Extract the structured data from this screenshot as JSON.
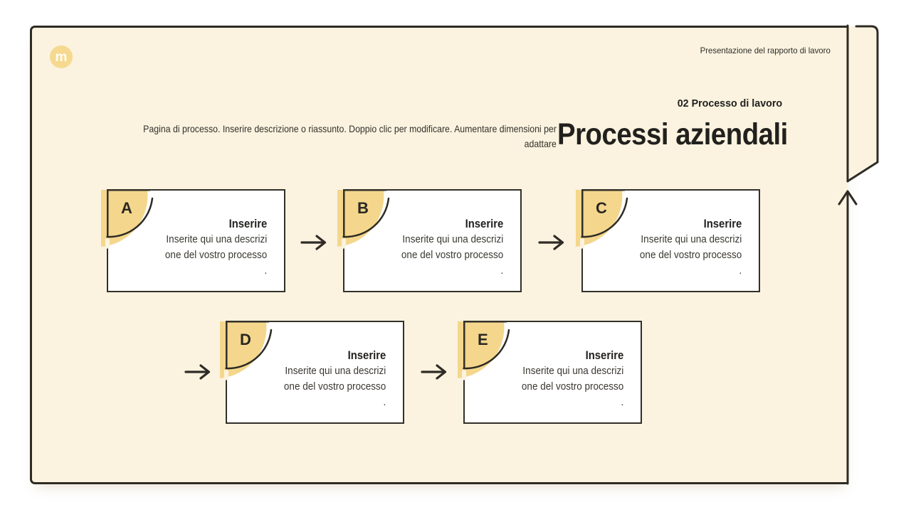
{
  "colors": {
    "page_background": "#FFFFFF",
    "slide_background": "#FBF3E0",
    "accent_yellow": "#F4D78C",
    "logo_yellow": "#F6D98F",
    "ink": "#2E2B25",
    "card_background": "#FFFFFF"
  },
  "header": {
    "logo_letter": "m",
    "note": "Presentazione del rapporto di lavoro"
  },
  "title_block": {
    "kicker": "02 Processo di lavoro",
    "title": "Processi aziendali",
    "description_lines": [
      "Pagina di processo. Inserire descrizione o riassunto. Doppio clic per modificare. Aumentare dimensioni per",
      "adattare"
    ]
  },
  "cards": [
    {
      "letter": "A",
      "title": "Inserire",
      "body_lines": [
        "Inserite qui una descrizi",
        "one del vostro processo",
        "."
      ]
    },
    {
      "letter": "B",
      "title": "Inserire",
      "body_lines": [
        "Inserite qui una descrizi",
        "one del vostro processo",
        "."
      ]
    },
    {
      "letter": "C",
      "title": "Inserire",
      "body_lines": [
        "Inserite qui una descrizi",
        "one del vostro processo",
        "."
      ]
    },
    {
      "letter": "D",
      "title": "Inserire",
      "body_lines": [
        "Inserite qui una descrizi",
        "one del vostro processo",
        "."
      ]
    },
    {
      "letter": "E",
      "title": "Inserire",
      "body_lines": [
        "Inserite qui una descrizi",
        "one del vostro processo",
        "."
      ]
    }
  ],
  "decorations": {
    "flow_arrow_icon": "right-arrow",
    "loop_arrow_icon": "up-arrow",
    "page_fold_icon": "folded-corner",
    "card_corner_icon": "quarter-circle-fold"
  }
}
